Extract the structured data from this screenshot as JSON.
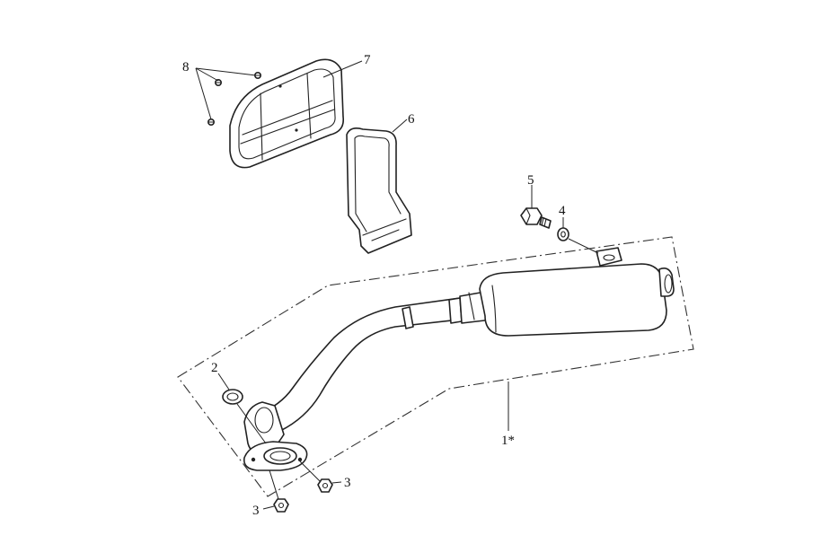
{
  "callouts": {
    "c1": "1*",
    "c2": "2",
    "c3a": "3",
    "c3b": "3",
    "c4": "4",
    "c5": "5",
    "c6": "6",
    "c7": "7",
    "c8": "8"
  },
  "colors": {
    "line": "#222222",
    "background": "#ffffff"
  }
}
